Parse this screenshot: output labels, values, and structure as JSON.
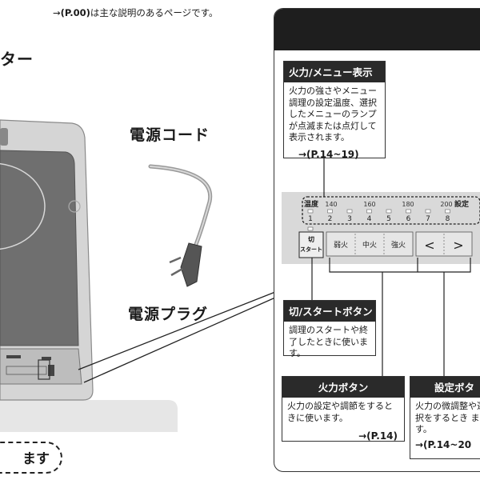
{
  "ref_note": {
    "arrow": "→",
    "page": "(P.00)",
    "text": "は主な説明のあるページです。"
  },
  "heading_fragment": "ター",
  "cord_label": "電源コード",
  "plug_label": "電源プラグ",
  "pill_fragment": "ます",
  "panel": {
    "display_callout": {
      "title": "火力/メニュー表示",
      "body": "火力の強さやメニュー調理の設定温度、選択したメニューのランプが点滅または点灯して表示されます。",
      "ref": "→(P.14~19)"
    },
    "strip": {
      "left_label": "温度",
      "right_label": "設定",
      "temps": [
        "140",
        "160",
        "180",
        "200"
      ],
      "level_numbers": [
        "1",
        "2",
        "3",
        "4",
        "5",
        "6",
        "7",
        "8"
      ],
      "power_button": {
        "line1": "切",
        "line2": "スタート"
      },
      "heat_buttons": [
        "弱火",
        "中火",
        "強火"
      ],
      "left_arrow": "<",
      "right_arrow": ">"
    },
    "power_callout": {
      "title": "切/スタートボタン",
      "body": "調理のスタートや終了したときに使います。"
    },
    "heat_callout": {
      "title": "火力ボタン",
      "body": "火力の設定や調節をするときに使います。",
      "ref": "→(P.14)"
    },
    "set_callout": {
      "title": "設定ボタ",
      "body": "火力の微調整や選択をするとき ます。",
      "ref": "→(P.14~20"
    }
  }
}
